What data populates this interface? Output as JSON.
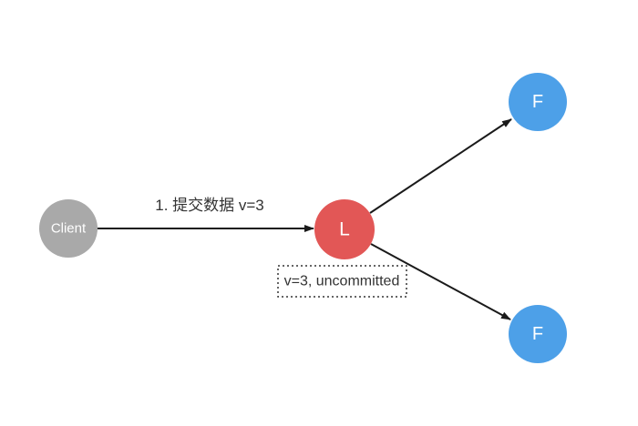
{
  "diagram": {
    "title_hint": "raft-commit-uncommitted-diagram",
    "background_color": "#ffffff",
    "line_color": "#1a1a1a",
    "text_color": "#333333",
    "nodes": {
      "client": {
        "label": "Client",
        "color": "#a9a9a9",
        "label_color": "#f2f2f2"
      },
      "leader": {
        "label": "L",
        "color": "#e25756",
        "label_color": "#ffffff"
      },
      "follower_top": {
        "label": "F",
        "color": "#4da0e8",
        "label_color": "#ffffff"
      },
      "follower_bottom": {
        "label": "F",
        "color": "#4da0e8",
        "label_color": "#ffffff"
      }
    },
    "edges": {
      "client_to_leader_label": "1. 提交数据 v=3"
    },
    "status_note": "v=3, uncommitted"
  }
}
